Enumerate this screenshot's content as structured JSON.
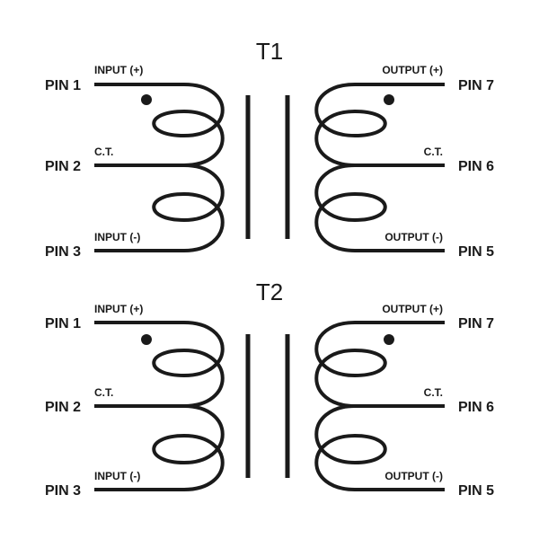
{
  "transformers": [
    {
      "title": "T1",
      "left": {
        "pin_top": "PIN 1",
        "pin_mid": "PIN 2",
        "pin_bot": "PIN 3",
        "label_top": "INPUT (+)",
        "label_mid": "C.T.",
        "label_bot": "INPUT (-)"
      },
      "right": {
        "pin_top": "PIN 7",
        "pin_mid": "PIN 6",
        "pin_bot": "PIN 5",
        "label_top": "OUTPUT (+)",
        "label_mid": "C.T.",
        "label_bot": "OUTPUT (-)"
      }
    },
    {
      "title": "T2",
      "left": {
        "pin_top": "PIN 1",
        "pin_mid": "PIN 2",
        "pin_bot": "PIN 3",
        "label_top": "INPUT (+)",
        "label_mid": "C.T.",
        "label_bot": "INPUT (-)"
      },
      "right": {
        "pin_top": "PIN 7",
        "pin_mid": "PIN 6",
        "pin_bot": "PIN 5",
        "label_top": "OUTPUT (+)",
        "label_mid": "C.T.",
        "label_bot": "OUTPUT (-)"
      }
    }
  ],
  "colors": {
    "ink": "#1a1a1a",
    "background": "#ffffff"
  }
}
